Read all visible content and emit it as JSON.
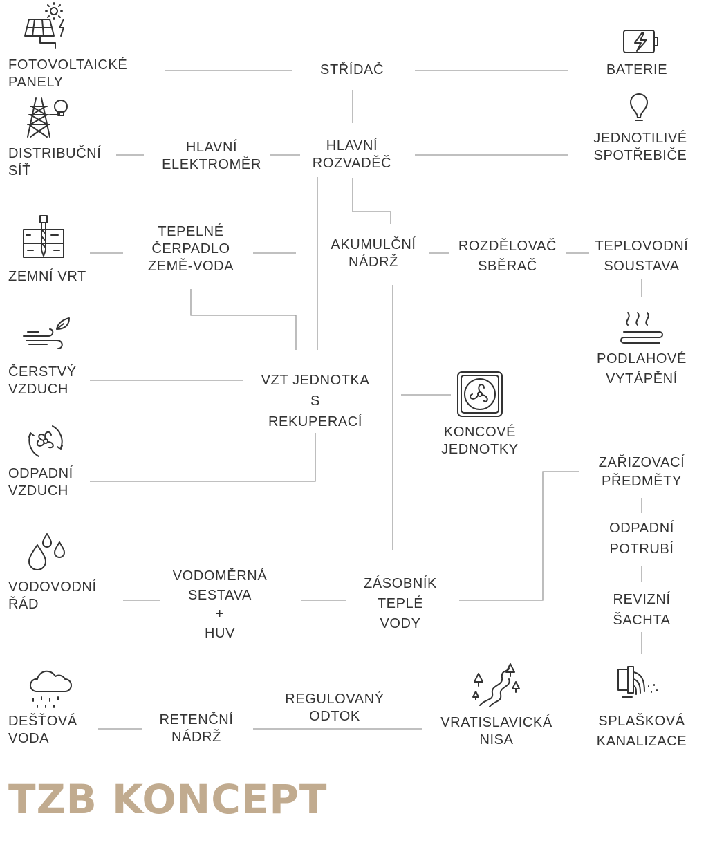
{
  "title": "TZB KONCEPT",
  "accent_color": "#c1ab8f",
  "nodes": {
    "fotovoltaicke_panely": [
      "FOTOVOLTAICKÉ",
      "PANELY"
    ],
    "stridac": [
      "STŘÍDAČ"
    ],
    "baterie": [
      "BATERIE"
    ],
    "distribucni_sit": [
      "DISTRIBUČNÍ",
      "SÍŤ"
    ],
    "hlavni_elektromer": [
      "HLAVNÍ",
      "ELEKTROMĚR"
    ],
    "hlavni_rozvadec": [
      "HLAVNÍ",
      "ROZVADĚČ"
    ],
    "jednotlive_spotrebice": [
      "JEDNOTILIVÉ",
      "SPOTŘEBIČE"
    ],
    "zemni_vrt": [
      "ZEMNÍ VRT"
    ],
    "tepelne_cerpadlo": [
      "TEPELNÉ",
      "ČERPADLO",
      "ZEMĚ-VODA"
    ],
    "akumulacni_nadrz": [
      "AKUMULČNÍ",
      "NÁDRŽ"
    ],
    "rozdelovac_sberac": [
      "ROZDĚLOVAČ",
      "SBĚRAČ"
    ],
    "teplovodni_soustava": [
      "TEPLOVODNÍ",
      "SOUSTAVA"
    ],
    "podlahove_vytapeni": [
      "PODLAHOVÉ",
      "VYTÁPĚNÍ"
    ],
    "cerstvy_vzduch": [
      "ČERSTVÝ",
      "VZDUCH"
    ],
    "vzt_jednotka": [
      "VZT JEDNOTKA",
      "S",
      "REKUPERACÍ"
    ],
    "koncove_jednotky": [
      "KONCOVÉ",
      "JEDNOTKY"
    ],
    "odpadni_vzduch": [
      "ODPADNÍ",
      "VZDUCH"
    ],
    "zarizovaci_predmety": [
      "ZAŘIZOVACÍ",
      "PŘEDMĚTY"
    ],
    "odpadni_potrubi": [
      "ODPADNÍ",
      "POTRUBÍ"
    ],
    "vodovodni_rad": [
      "VODOVODNÍ",
      "ŘÁD"
    ],
    "vodomerna_sestava": [
      "VODOMĚRNÁ",
      "SESTAVA",
      "+",
      "HUV"
    ],
    "zasobnik_teple_vody": [
      "ZÁSOBNÍK",
      "TEPLÉ",
      "VODY"
    ],
    "revizni_sachta": [
      "REVIZNÍ",
      "ŠACHTA"
    ],
    "destova_voda": [
      "DEŠŤOVÁ",
      "VODA"
    ],
    "retencni_nadrz": [
      "RETENČNÍ",
      "NÁDRŽ"
    ],
    "regulovany_odtok": [
      "REGULOVANÝ",
      "ODTOK"
    ],
    "vratislavicka_nisa": [
      "VRATISLAVICKÁ",
      "NISA"
    ],
    "splaskova_kanalizace": [
      "SPLAŠKOVÁ",
      "KANALIZACE"
    ]
  },
  "icons": [
    "solar-panel-icon",
    "battery-icon",
    "power-pylon-icon",
    "lightbulb-icon",
    "ground-drill-icon",
    "floor-heating-icon",
    "wind-icon",
    "fan-unit-icon",
    "exhaust-air-icon",
    "water-drops-icon",
    "rain-cloud-icon",
    "river-trees-icon",
    "sewer-pipe-icon"
  ]
}
